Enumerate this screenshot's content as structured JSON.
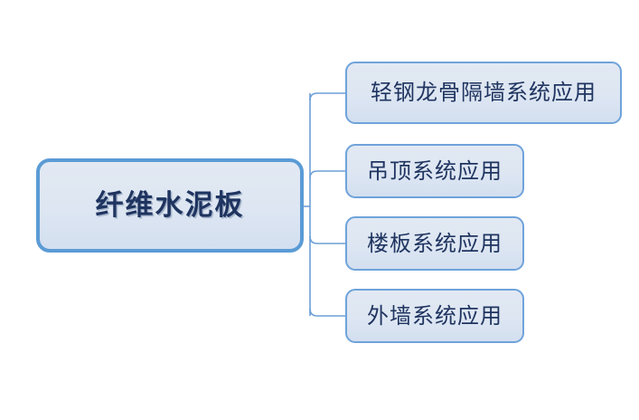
{
  "diagram": {
    "type": "mind-map",
    "orientation": "left-to-right",
    "root": {
      "label": "纤维水泥板"
    },
    "children": [
      {
        "label": "轻钢龙骨隔墙系统应用"
      },
      {
        "label": "吊顶系统应用"
      },
      {
        "label": "楼板系统应用"
      },
      {
        "label": "外墙系统应用"
      }
    ],
    "colors": {
      "background": "#ffffff",
      "root_border": "#5b9bd5",
      "child_border": "#6fa3da",
      "node_fill_top": "#e2e9f3",
      "node_fill_bottom": "#d3dff0",
      "text": "#1f3460",
      "connector": "#6d9fd6"
    }
  }
}
